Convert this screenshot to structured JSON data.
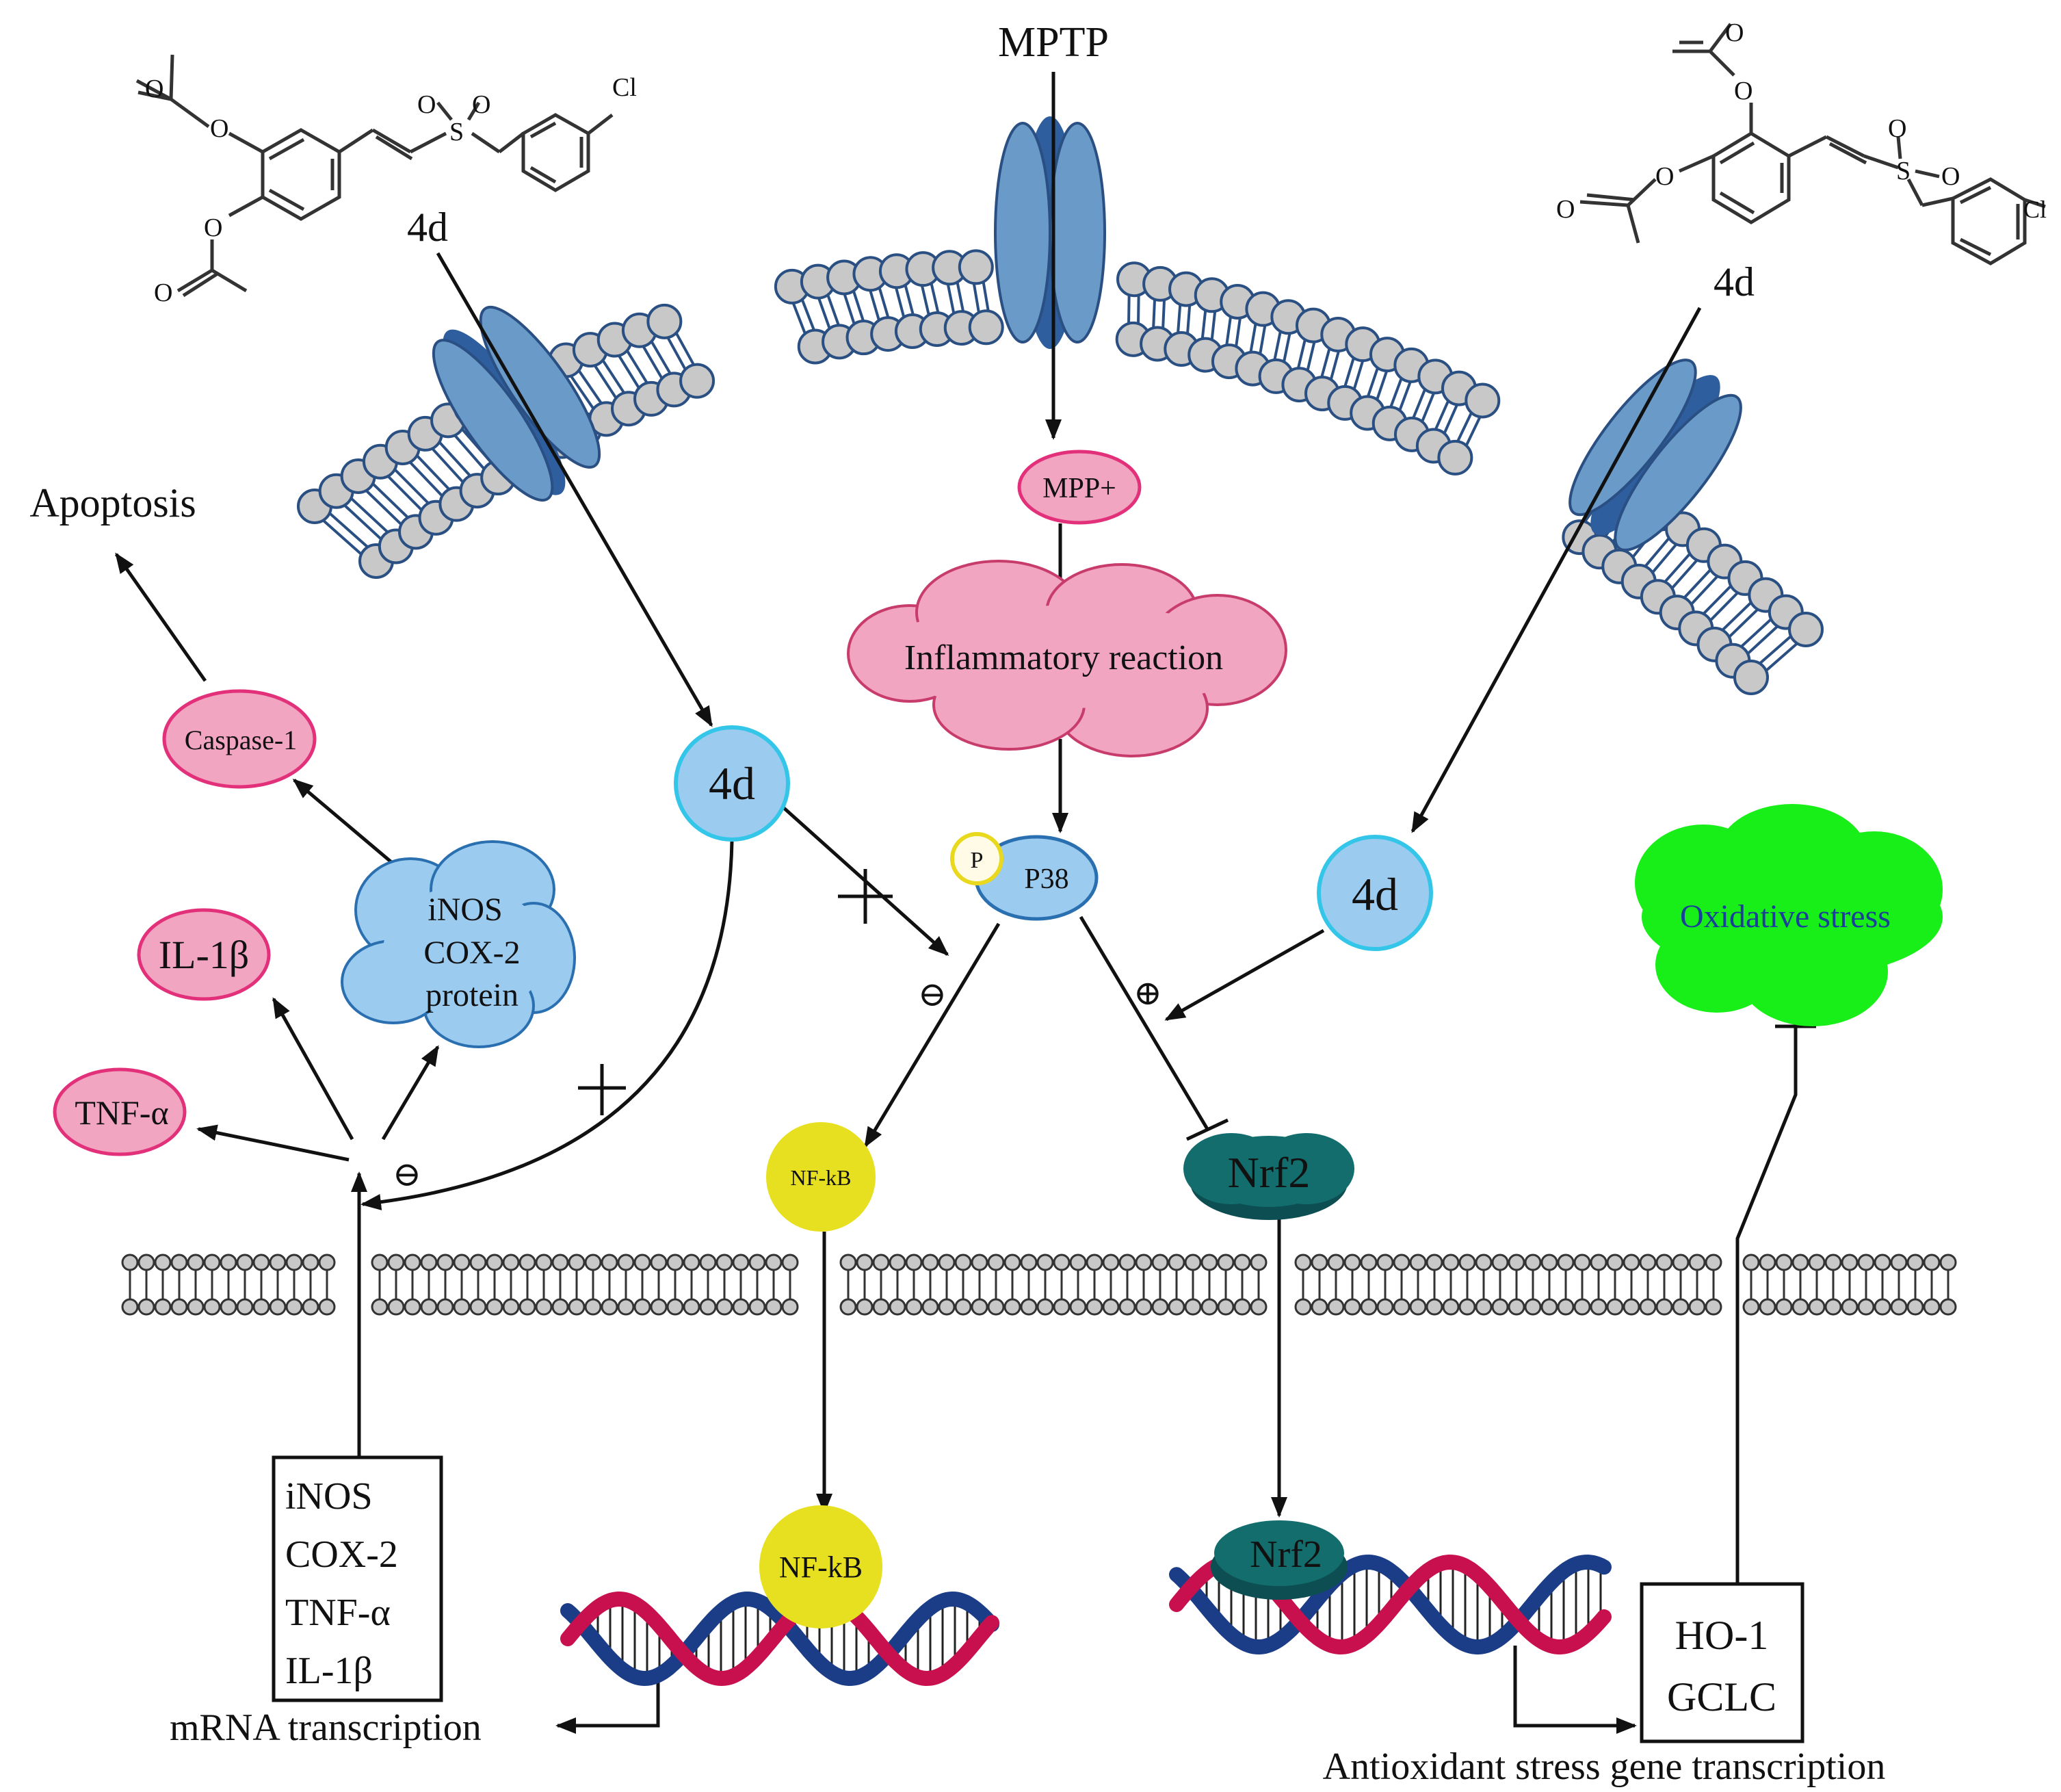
{
  "labels": {
    "mptp": "MPTP",
    "four_d": "4d",
    "mpp": "MPP+",
    "inflammatory": "Inflammatory reaction",
    "apoptosis": "Apoptosis",
    "caspase": "Caspase-1",
    "il1b": "IL-1β",
    "tnfa": "TNF-α",
    "inos_cloud": [
      "iNOS",
      "COX-2",
      "protein"
    ],
    "p": "P",
    "p38": "P38",
    "oxidative": "Oxidative stress",
    "nfkb": "NF-kB",
    "nrf2": "Nrf2",
    "mrna_box": [
      "iNOS",
      "COX-2",
      "TNF-α",
      "IL-1β"
    ],
    "mrna": "mRNA transcription",
    "ho_box": [
      "HO-1",
      "GCLC"
    ],
    "antioxidant": "Antioxidant stress gene transcription",
    "minus": "⊖",
    "plus": "⊕",
    "chem_o": "O",
    "chem_s": "S",
    "chem_cl": "Cl"
  },
  "colors": {
    "pink_fill": "#f2a5c0",
    "pink_stroke": "#e2307a",
    "blue_fill": "#9ccbf0",
    "blue_stroke": "#34c6e8",
    "channel": "#6a9ac8",
    "bead": "#c8c8c8",
    "bead_stroke": "#2a4f82",
    "nfkb": "#e6e020",
    "nrf2": "#136d6d",
    "oxidative": "#18ef18",
    "dna_red": "#c8104e",
    "dna_blue": "#1b3d88"
  }
}
